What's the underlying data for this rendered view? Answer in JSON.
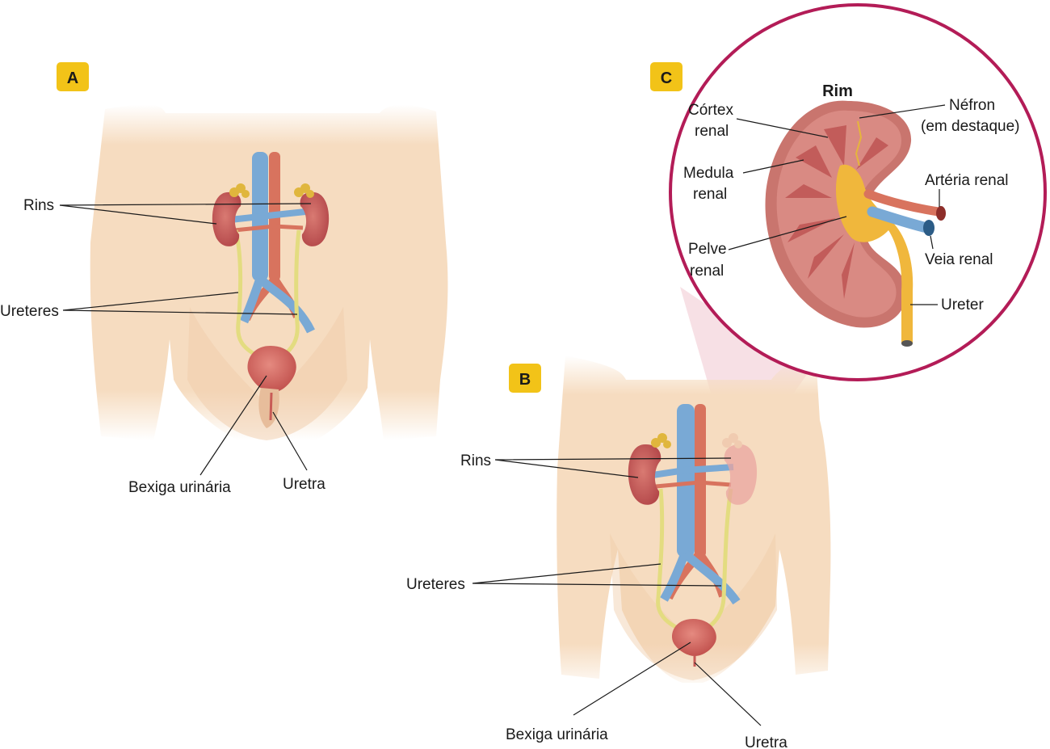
{
  "figure_a": {
    "badge": "A",
    "labels": {
      "rins": "Rins",
      "ureteres": "Ureteres",
      "bexiga": "Bexiga urinária",
      "uretra": "Uretra"
    }
  },
  "figure_b": {
    "badge": "B",
    "labels": {
      "rins": "Rins",
      "ureteres": "Ureteres",
      "bexiga": "Bexiga urinária",
      "uretra": "Uretra"
    }
  },
  "figure_c": {
    "badge": "C",
    "title": "Rim",
    "labels": {
      "cortex_1": "Córtex",
      "cortex_2": "renal",
      "medula_1": "Medula",
      "medula_2": "renal",
      "pelve_1": "Pelve",
      "pelve_2": "renal",
      "nefron_1": "Néfron",
      "nefron_2": "(em destaque)",
      "arteria": "Artéria renal",
      "veia": "Veia renal",
      "ureter": "Ureter"
    }
  },
  "colors": {
    "badge": "#f2c318",
    "skin": "#f6dcc0",
    "kidney": "#c85b56",
    "artery": "#d8735e",
    "vein": "#79a9d5",
    "ureter": "#e3dc80",
    "bladder": "#d66a63",
    "circle": "#b31c57",
    "zoom_cone": "#f6dbe0"
  }
}
